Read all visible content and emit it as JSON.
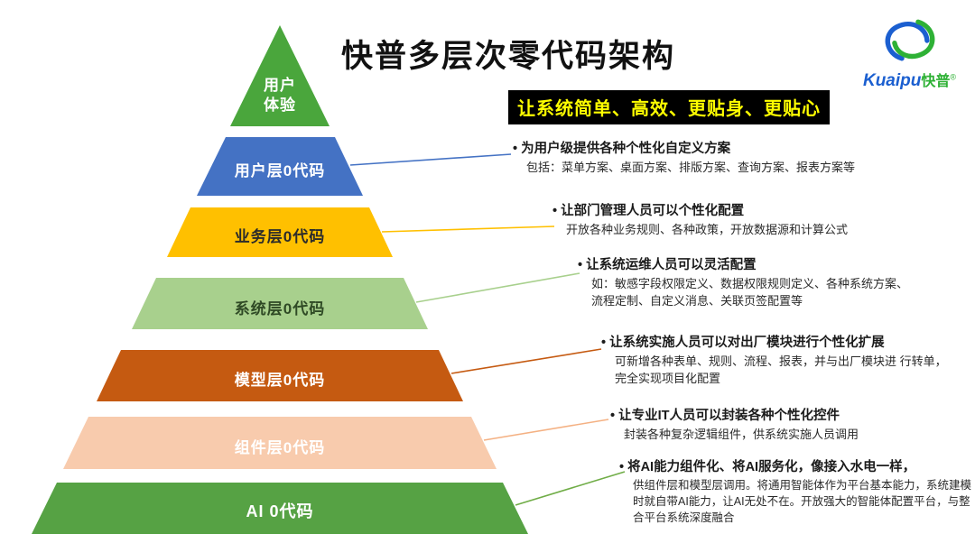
{
  "page": {
    "title": "快普多层次零代码架构",
    "tagline": "让系统简单、高效、更贴身、更贴心",
    "tagline_bg": "#000000",
    "tagline_color": "#ffff00"
  },
  "ui": {
    "bullet": "•"
  },
  "logo": {
    "latin": "Kuaipu",
    "cn": "快普",
    "reg": "®",
    "blue": "#1b5fd0",
    "green": "#2eb135"
  },
  "pyramid": {
    "layers": [
      {
        "label": "用户体验",
        "color": "#4aa63c",
        "line_color": "none"
      },
      {
        "label": "用户层0代码",
        "color": "#4472c4",
        "line_color": "#4472c4"
      },
      {
        "label": "业务层0代码",
        "color": "#ffc000",
        "line_color": "#ffc000"
      },
      {
        "label": "系统层0代码",
        "color": "#a8d08d",
        "line_color": "#a8d08d"
      },
      {
        "label": "模型层0代码",
        "color": "#c55a11",
        "line_color": "#c55a11"
      },
      {
        "label": "组件层0代码",
        "color": "#f8cbad",
        "line_color": "#f4b183"
      },
      {
        "label": "AI 0代码",
        "color": "#56a244",
        "line_color": "#70ad47"
      }
    ]
  },
  "annotations": [
    {
      "bullet": "为用户级提供各种个性化自定义方案",
      "details": [
        "包括：菜单方案、桌面方案、排版方案、查询方案、报表方案等"
      ]
    },
    {
      "bullet": "让部门管理人员可以个性化配置",
      "details": [
        "开放各种业务规则、各种政策，开放数据源和计算公式"
      ]
    },
    {
      "bullet": "让系统运维人员可以灵活配置",
      "details": [
        "如：敏感字段权限定义、数据权限规则定义、各种系统方案、",
        "流程定制、自定义消息、关联页签配置等"
      ]
    },
    {
      "bullet": "让系统实施人员可以对出厂模块进行个性化扩展",
      "details": [
        "可新增各种表单、规则、流程、报表，并与出厂模块进 行转单，",
        "完全实现项目化配置"
      ]
    },
    {
      "bullet": "让专业IT人员可以封装各种个性化控件",
      "details": [
        "封装各种复杂逻辑组件，供系统实施人员调用"
      ]
    },
    {
      "bullet": "将AI能力组件化、将AI服务化，像接入水电一样，",
      "details": [
        "供组件层和模型层调用。将通用智能体作为平台基本能力，系统建模",
        "时就自带AI能力，让AI无处不在。开放强大的智能体配置平台，与整",
        "合平台系统深度融合"
      ]
    }
  ]
}
